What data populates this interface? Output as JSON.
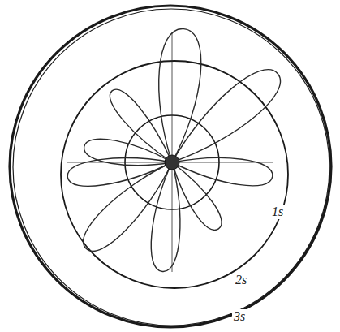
{
  "diagram": {
    "labels": [
      "1s",
      "2s",
      "3s"
    ]
  }
}
